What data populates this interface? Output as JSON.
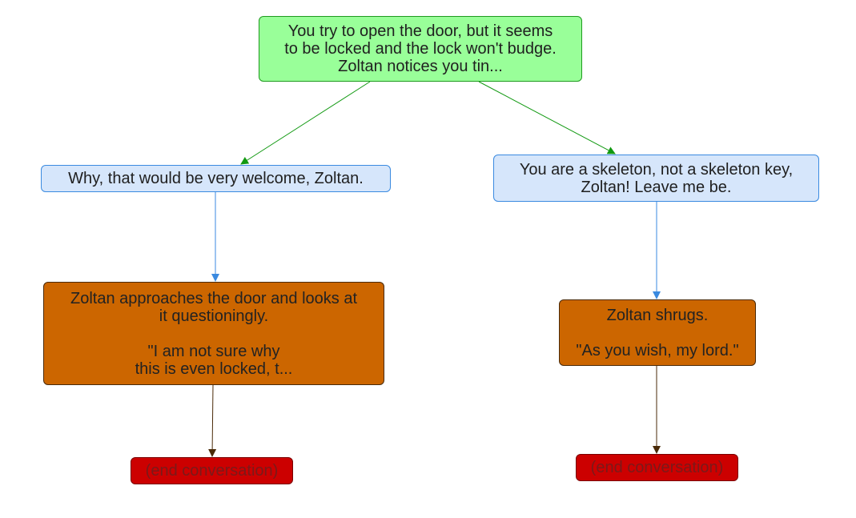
{
  "nodes": {
    "root": {
      "text": "You try to open the door, but it seems\nto be locked and the lock won't budge.\nZoltan notices you tin..."
    },
    "choice_left": {
      "text": "Why, that would be very welcome, Zoltan."
    },
    "choice_right": {
      "text": "You are a skeleton, not a skeleton key,\nZoltan! Leave me be."
    },
    "npc_left": {
      "text": "Zoltan approaches the door and looks at\nit questioningly.\n\n\"I am not sure why\nthis is even locked, t..."
    },
    "npc_right": {
      "text": "Zoltan shrugs.\n\n\"As you wish, my lord.\""
    },
    "end_left": {
      "text": "(end conversation)"
    },
    "end_right": {
      "text": "(end conversation)"
    }
  },
  "colors": {
    "root_fill": "#99ff99",
    "player_fill": "#d6e6fb",
    "npc_fill": "#cc6600",
    "end_fill": "#cc0000",
    "edge_green": "#119911",
    "edge_blue": "#3a8ae0",
    "edge_brown": "#4a2a08"
  }
}
